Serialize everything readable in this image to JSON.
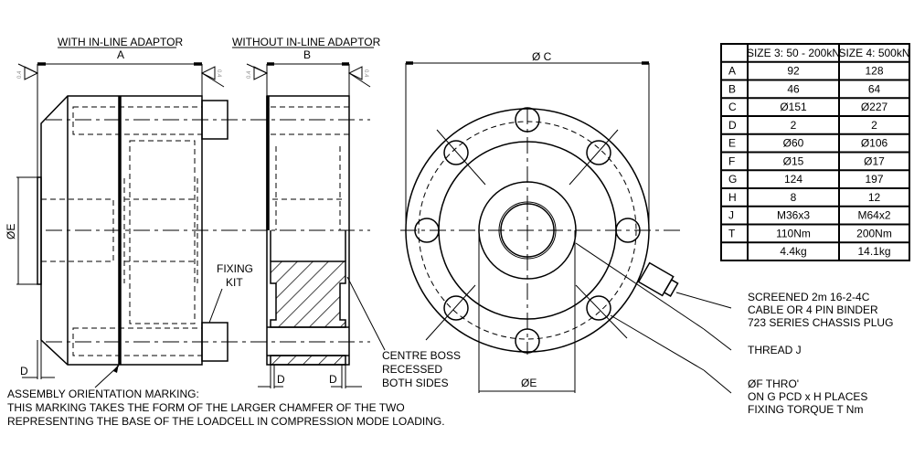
{
  "views": {
    "with_adaptor_title": "WITH IN-LINE ADAPTOR",
    "without_adaptor_title": "WITHOUT IN-LINE ADAPTOR",
    "dim_a": "A",
    "dim_b": "B",
    "dim_c": "Ø C",
    "dim_e_side": "ØE",
    "dim_e_front": "ØE",
    "dim_d": "D",
    "surface_finish": "0.4"
  },
  "notes": {
    "fixing_kit": [
      "FIXING",
      "KIT"
    ],
    "centre_boss": [
      "CENTRE BOSS",
      "RECESSED",
      "BOTH SIDES"
    ],
    "assembly": [
      "ASSEMBLY ORIENTATION MARKING:",
      "THIS MARKING TAKES THE FORM OF THE LARGER CHAMFER OF THE TWO",
      "REPRESENTING THE BASE OF THE LOADCELL IN COMPRESSION MODE LOADING."
    ],
    "cable": [
      "SCREENED 2m 16-2-4C",
      "CABLE OR 4 PIN BINDER",
      "723 SERIES CHASSIS PLUG"
    ],
    "thread": "THREAD J",
    "holes": [
      "ØF THRO'",
      "ON G PCD x H PLACES",
      "FIXING TORQUE  T Nm"
    ]
  },
  "table": {
    "headers": [
      "",
      "SIZE 3: 50 - 200kN",
      "SIZE 4: 500kN"
    ],
    "rows": [
      [
        "A",
        "92",
        "128"
      ],
      [
        "B",
        "46",
        "64"
      ],
      [
        "C",
        "Ø151",
        "Ø227"
      ],
      [
        "D",
        "2",
        "2"
      ],
      [
        "E",
        "Ø60",
        "Ø106"
      ],
      [
        "F",
        "Ø15",
        "Ø17"
      ],
      [
        "G",
        "124",
        "197"
      ],
      [
        "H",
        "8",
        "12"
      ],
      [
        "J",
        "M36x3",
        "M64x2"
      ],
      [
        "T",
        "110Nm",
        "200Nm"
      ],
      [
        "",
        "4.4kg",
        "14.1kg"
      ]
    ]
  }
}
